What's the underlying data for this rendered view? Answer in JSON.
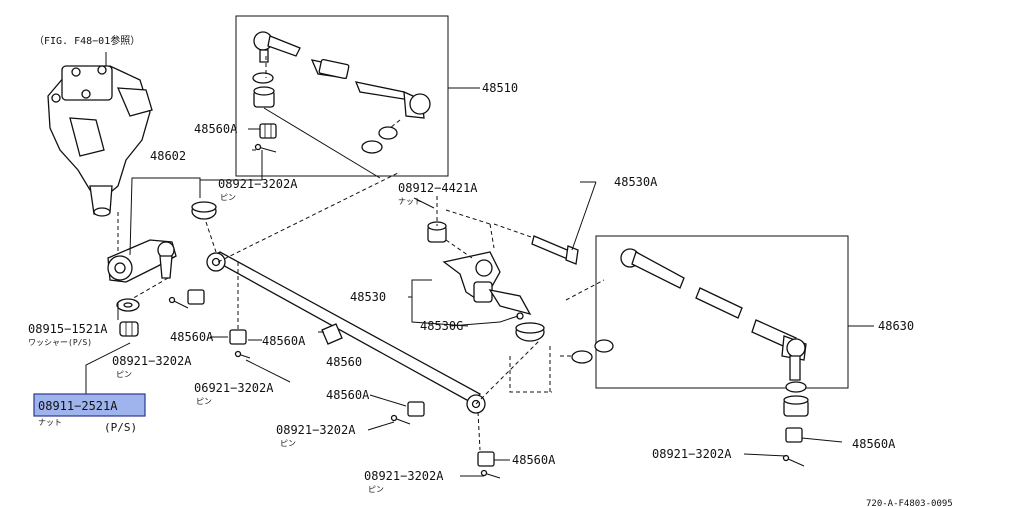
{
  "diagram": {
    "ref_note": "（FIG. F48−01参照）",
    "footer_code": "720-A-F4803-0095",
    "highlight_color": "#9fb3ec",
    "labels": {
      "p48510": "48510",
      "p48560a_1": "48560A",
      "p48602": "48602",
      "p08921_1": "08921−3202A",
      "p08921_1_sub": "ピン",
      "p08912": "08912−4421A",
      "p08912_sub": "ナット",
      "p48530a": "48530A",
      "p48530": "48530",
      "p48530g": "48530G",
      "p48630": "48630",
      "p08915": "08915−1521A",
      "p08915_sub": "ワッシャー(P/S)",
      "p48560a_2": "48560A",
      "p48560a_3": "48560A",
      "p08921_2": "08921−3202A",
      "p08921_2_sub": "ピン",
      "p06921": "06921−3202A",
      "p06921_sub": "ピン",
      "p48560": "48560",
      "p48560a_4": "48560A",
      "p08921_3": "08921−3202A",
      "p08921_3_sub": "ピン",
      "p08911": "08911−2521A",
      "p08911_sub1": "ナット",
      "p08911_sub2": "(P/S)",
      "p48560a_5": "48560A",
      "p08921_4": "08921−3202A",
      "p08921_4_sub": "ピン",
      "p48560a_6": "48560A",
      "p08921_5": "08921−3202A"
    }
  }
}
